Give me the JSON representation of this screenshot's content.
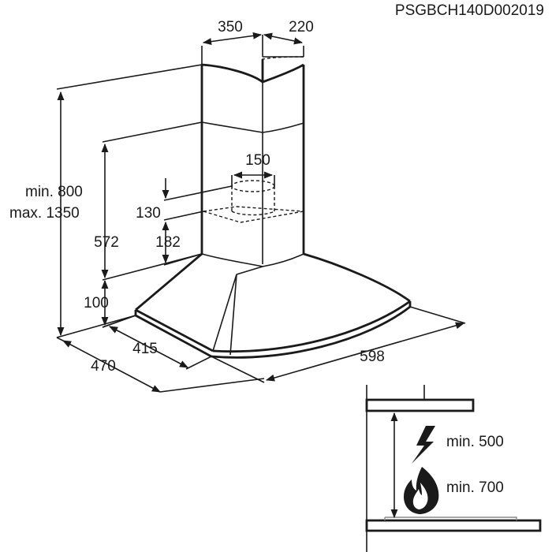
{
  "drawing_code": "PSGBCH140D002019",
  "dimensions": {
    "chimney_width": "350",
    "chimney_depth": "220",
    "outlet_diameter": "150",
    "height_min": "min. 800",
    "height_max": "max. 1350",
    "outlet_offset": "130",
    "upper_height": "572",
    "outlet_height": "182",
    "canopy_height": "100",
    "inner_depth": "415",
    "total_depth": "470",
    "total_width": "598"
  },
  "clearances": {
    "electric": {
      "label": "min. 500",
      "icon": "lightning-icon"
    },
    "gas": {
      "label": "min. 700",
      "icon": "flame-icon"
    }
  },
  "colors": {
    "line": "#1a1a1a",
    "accent": "#8a8a8a"
  }
}
